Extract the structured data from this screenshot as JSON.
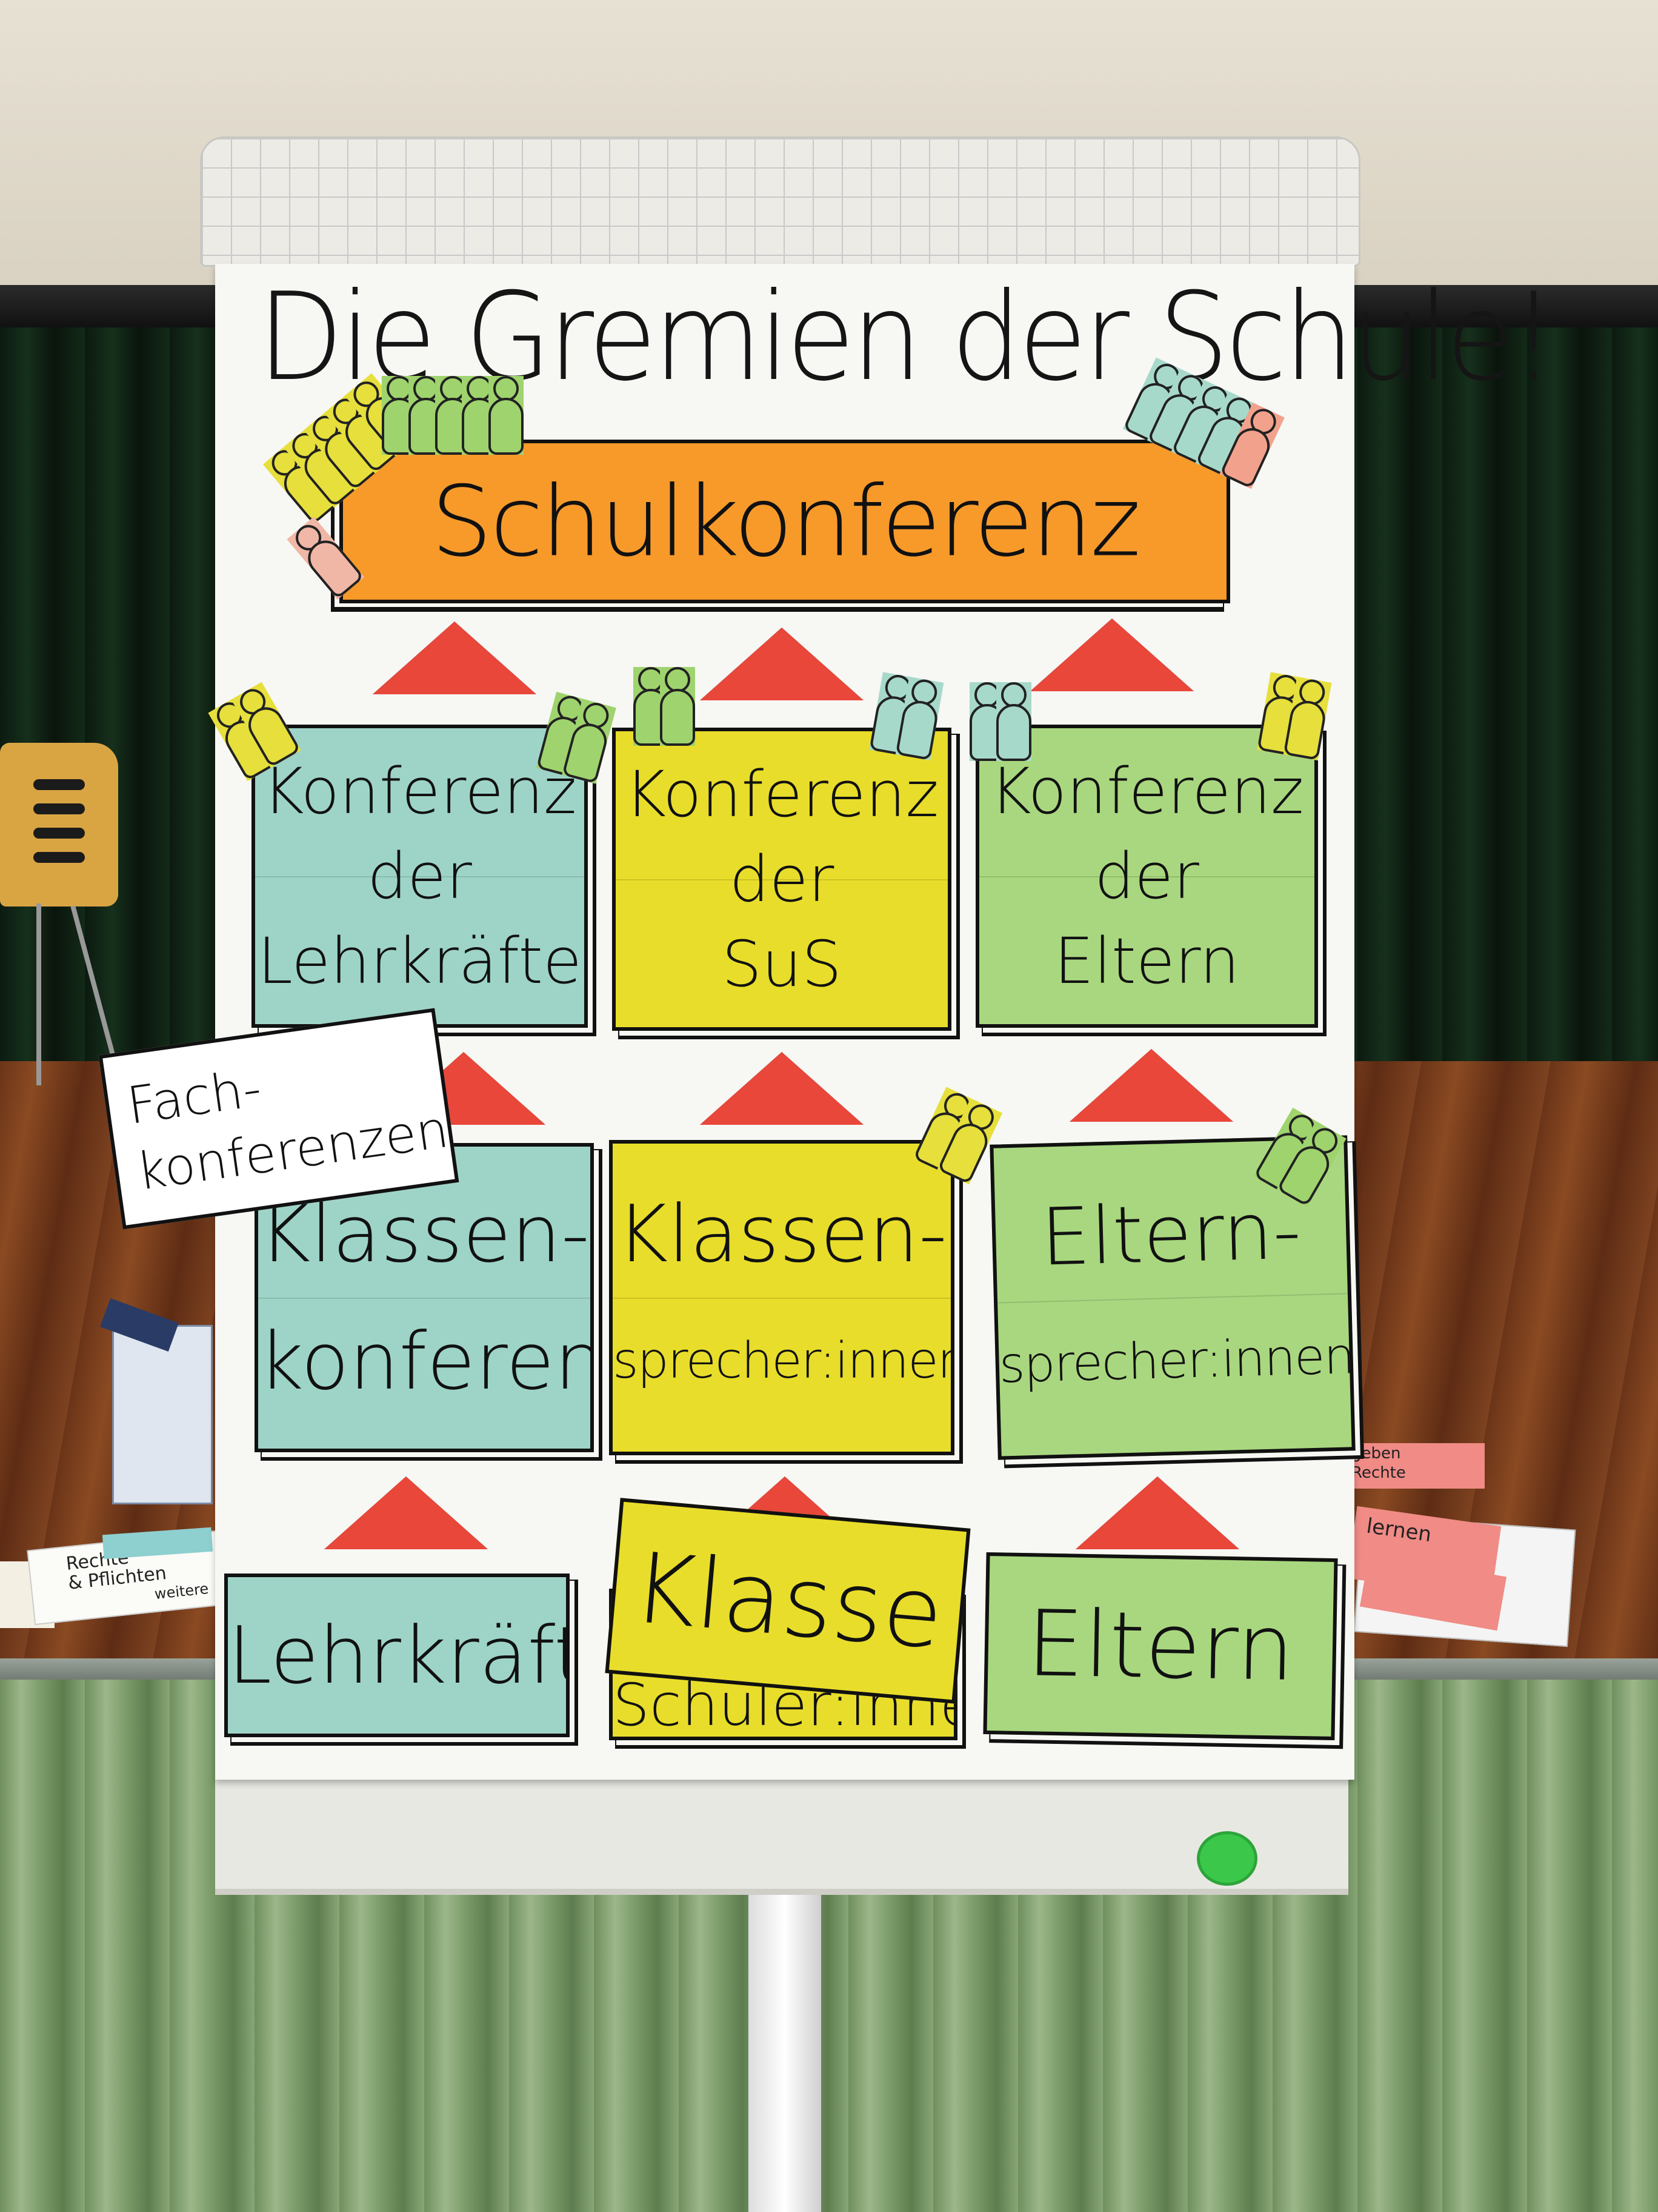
{
  "flipchart": {
    "title": "Die Gremien der Schule!",
    "top_card": "Schulkonferenz",
    "row1": [
      {
        "lines": [
          "Konferenz",
          "der",
          "Lehrkräfte"
        ],
        "color": "#9ed4c7"
      },
      {
        "lines": [
          "Konferenz",
          "der",
          "SuS"
        ],
        "color": "#e8dd2a"
      },
      {
        "lines": [
          "Konferenz",
          "der",
          "Eltern"
        ],
        "color": "#a9d77f"
      }
    ],
    "row2": [
      {
        "lines": [
          "Klassen-",
          "konferenz"
        ],
        "color": "#9ed4c7"
      },
      {
        "lines": [
          "Klassen-",
          "sprecher:innen"
        ],
        "color": "#e8dd2a"
      },
      {
        "lines": [
          "Eltern-",
          "sprecher:innen"
        ],
        "color": "#a9d77f"
      }
    ],
    "row3": [
      {
        "lines": [
          "Lehrkräfte"
        ],
        "color": "#9ed4c7"
      },
      {
        "lines": [
          "Schüler:innen"
        ],
        "color": "#e8dd2a"
      },
      {
        "lines": [
          "Eltern"
        ],
        "color": "#a9d77f"
      }
    ],
    "overlay_card": "Klasse",
    "side_card": [
      "Fach-",
      "konferenzen"
    ],
    "arrow_color": "#e8473a",
    "orange_color": "#f79a2a"
  },
  "desk_notes": {
    "left_note": [
      "Rechte",
      "& Pflichten",
      "weitere"
    ],
    "right_notes": [
      "geben",
      "Rechte",
      "lernen"
    ]
  }
}
